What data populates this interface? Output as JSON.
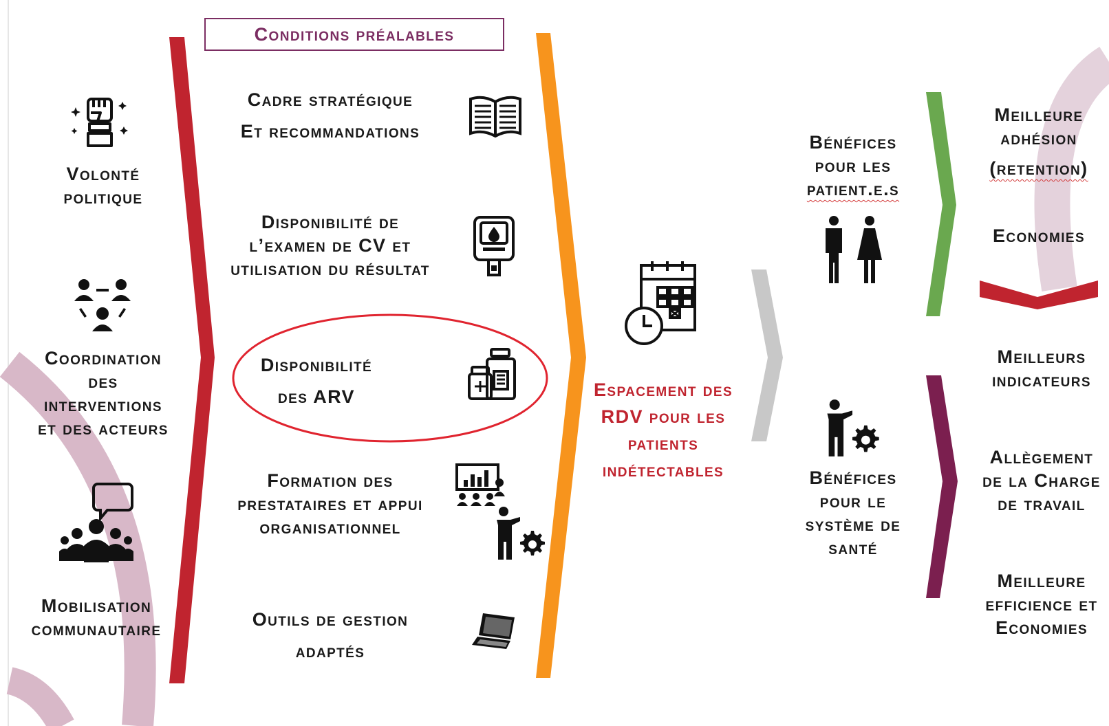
{
  "conditions": {
    "title": "Conditions préalables"
  },
  "left_pillars": [
    {
      "lines": [
        "Volonté",
        "politique"
      ],
      "icon": "raised-fist-icon"
    },
    {
      "lines": [
        "Coordination",
        "des",
        "interventions",
        "et des acteurs"
      ],
      "icon": "team-network-icon"
    },
    {
      "lines": [
        "Mobilisation",
        "communautaire"
      ],
      "icon": "community-speech-icon"
    }
  ],
  "prerequisites": [
    {
      "lines": [
        "Cadre stratégique",
        "Et recommandations"
      ],
      "icon": "open-book-icon"
    },
    {
      "lines": [
        "Disponibilité de",
        "l’examen de CV et",
        "utilisation du résultat"
      ],
      "icon": "test-device-icon"
    },
    {
      "lines": [
        "Disponibilité",
        "des ARV"
      ],
      "icon": "medicine-bottles-icon",
      "highlighted": true
    },
    {
      "lines": [
        "Formation des",
        "prestataires et appui",
        "organisationnel"
      ],
      "icon": "training-presentation-icon"
    },
    {
      "lines": [
        "Outils de gestion",
        "adaptés"
      ],
      "icon": "laptop-icon"
    }
  ],
  "intervention": {
    "lines": [
      "Espacement des",
      "RDV pour les",
      "patients",
      "indétectables"
    ],
    "icon": "calendar-clock-icon",
    "color": "#c0242f"
  },
  "benefits": {
    "patients": {
      "lines": [
        "Bénéfices",
        "pour les",
        "patient.e.s"
      ],
      "icon": "man-woman-icon"
    },
    "system": {
      "lines": [
        "Bénéfices",
        "pour le",
        "système de",
        "santé"
      ],
      "icon": "person-gear-icon"
    }
  },
  "outcomes": {
    "patients": [
      {
        "lines": [
          "Meilleure",
          "adhésion",
          "(retention)"
        ]
      },
      {
        "lines": [
          "Economies"
        ]
      }
    ],
    "system": [
      {
        "lines": [
          "Meilleurs",
          "indicateurs"
        ]
      },
      {
        "lines": [
          "Allègement",
          "de la Charge",
          "de travail"
        ]
      },
      {
        "lines": [
          "Meilleure",
          "efficience et",
          "Economies"
        ]
      }
    ]
  },
  "colors": {
    "red_chevron": "#c0242f",
    "orange_chevron": "#f7941d",
    "gray_chevron": "#c8c8c8",
    "green_chevron": "#6aa84f",
    "purple_chevron": "#7b1f4f",
    "background_arc": "#d8b8c8",
    "title_border": "#7b2d62",
    "highlight_ellipse": "#e0242f"
  }
}
